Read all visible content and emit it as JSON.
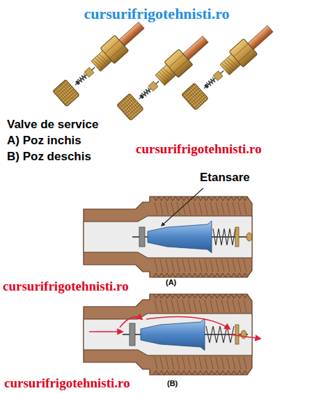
{
  "diagram": {
    "labels": [
      "cursurifrigotehnisti.ro",
      "Valve de service",
      "A) Poz inchis",
      "B) Poz deschis",
      "cursurifrigotehnisti.ro",
      "Etansare",
      "cursurifrigotehnisti.ro",
      "(A)",
      "cursurifrigotehnisti.ro",
      "(B)"
    ]
  }
}
